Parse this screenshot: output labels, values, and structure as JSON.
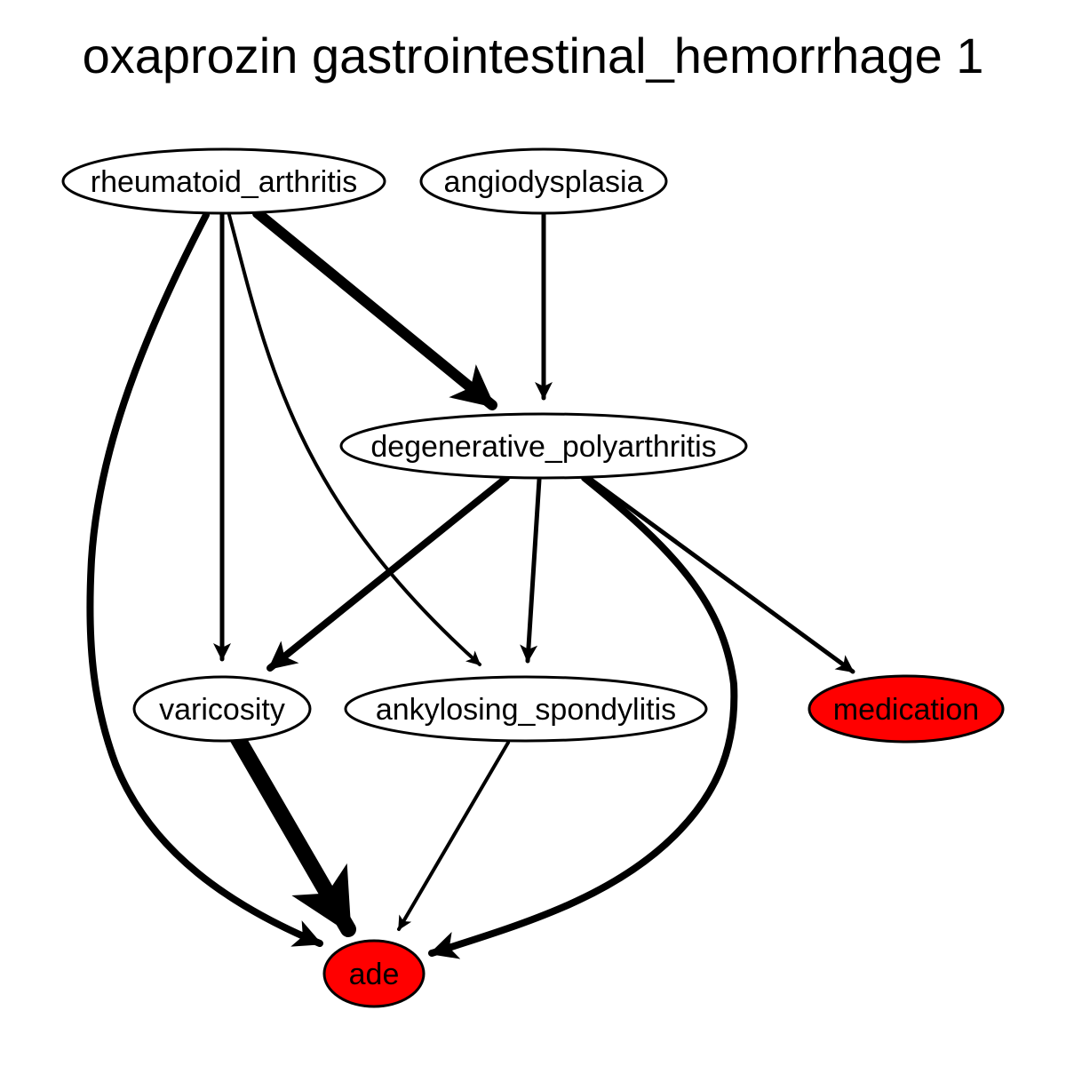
{
  "title": "oxaprozin gastrointestinal_hemorrhage 1",
  "nodes": [
    {
      "id": "rheumatoid_arthritis",
      "label": "rheumatoid_arthritis",
      "fill": "#ffffff"
    },
    {
      "id": "angiodysplasia",
      "label": "angiodysplasia",
      "fill": "#ffffff"
    },
    {
      "id": "degenerative_polyarthritis",
      "label": "degenerative_polyarthritis",
      "fill": "#ffffff"
    },
    {
      "id": "varicosity",
      "label": "varicosity",
      "fill": "#ffffff"
    },
    {
      "id": "ankylosing_spondylitis",
      "label": "ankylosing_spondylitis",
      "fill": "#ffffff"
    },
    {
      "id": "medication",
      "label": "medication",
      "fill": "#ff0000"
    },
    {
      "id": "ade",
      "label": "ade",
      "fill": "#ff0000"
    }
  ],
  "edges": [
    {
      "from": "rheumatoid_arthritis",
      "to": "degenerative_polyarthritis",
      "weight": "heavy"
    },
    {
      "from": "rheumatoid_arthritis",
      "to": "varicosity",
      "weight": "normal"
    },
    {
      "from": "rheumatoid_arthritis",
      "to": "ankylosing_spondylitis",
      "weight": "light"
    },
    {
      "from": "rheumatoid_arthritis",
      "to": "ade",
      "weight": "medium"
    },
    {
      "from": "angiodysplasia",
      "to": "degenerative_polyarthritis",
      "weight": "normal"
    },
    {
      "from": "degenerative_polyarthritis",
      "to": "varicosity",
      "weight": "medium"
    },
    {
      "from": "degenerative_polyarthritis",
      "to": "ankylosing_spondylitis",
      "weight": "normal"
    },
    {
      "from": "degenerative_polyarthritis",
      "to": "medication",
      "weight": "normal"
    },
    {
      "from": "degenerative_polyarthritis",
      "to": "ade",
      "weight": "medium"
    },
    {
      "from": "varicosity",
      "to": "ade",
      "weight": "heaviest"
    },
    {
      "from": "ankylosing_spondylitis",
      "to": "ade",
      "weight": "light"
    }
  ]
}
